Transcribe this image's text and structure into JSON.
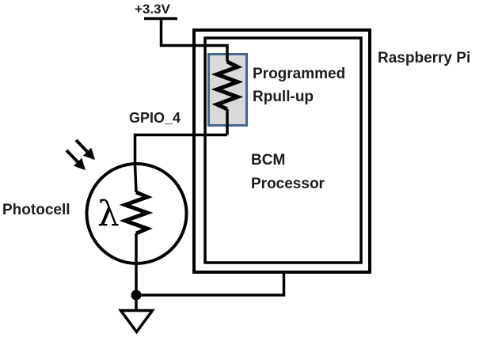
{
  "diagram": {
    "labels": {
      "supply_voltage": "+3.3V",
      "gpio_pin": "GPIO_4",
      "board": "Raspberry Pi",
      "pullup_line1": "Programmed",
      "pullup_line2": "Rpull-up",
      "processor_line1": "BCM",
      "processor_line2": "Processor",
      "photocell": "Photocell",
      "lambda_symbol": "λ"
    },
    "colors": {
      "wire": "#000000",
      "text": "#1c1c1c",
      "background": "#ffffff",
      "pullup_box_fill": "#d9d9d9",
      "pullup_box_border": "#44678d"
    },
    "icons": {
      "pullup_resistor": "resistor-zigzag",
      "photocell_resistor": "resistor-zigzag",
      "ground": "ground-triangle",
      "incident_light": "light-arrows",
      "junction": "junction-dot",
      "power_rail": "supply-bar"
    }
  }
}
